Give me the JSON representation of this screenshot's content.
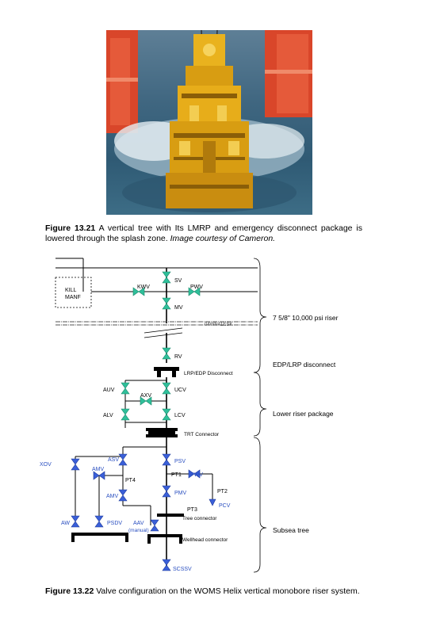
{
  "figure_13_21": {
    "label": "Figure 13.21",
    "text": "A vertical tree with Its LMRP and emergency disconnect package is lowered through the splash zone.",
    "credit": "Image courtesy of Cameron."
  },
  "figure_13_22": {
    "label": "Figure 13.22",
    "text": "Valve configuration on the WOMS Helix vertical monobore riser system."
  },
  "diagram": {
    "kill_manf": [
      "KILL",
      "MANF"
    ],
    "valves_green": {
      "sv": "SV",
      "kwv": "KWV",
      "pwv": "PWV",
      "mv": "MV",
      "rv": "RV",
      "auv": "AUV",
      "ucv": "UCV",
      "axv": "AXV",
      "alv": "ALV",
      "lcv": "LCV"
    },
    "valves_blue": {
      "asv": "ASV",
      "psv": "PSV",
      "xov": "XOV",
      "amv": "AMV",
      "pwv": "PWV",
      "pmv": "PMV",
      "aw": "AW",
      "psdv": "PSDV",
      "aav": "AAV",
      "aav_note": "(manual)",
      "pcv": "PCV",
      "scssv": "SCSSV"
    },
    "sensors": {
      "pt1": "PT1",
      "pt2": "PT2",
      "pt3": "PT3",
      "pt4": "PT4"
    },
    "connectors": {
      "lrp_edp": "LRP/EDP Disconnect",
      "trt": "TRT Connector",
      "tree": "Tree connector",
      "wellhead": "Wellhead connector"
    },
    "sections": {
      "riser": "7 5/8\" 10,000 psi riser",
      "edp": "EDP/LRP disconnect",
      "lrp": "Lower riser package",
      "tree": "Subsea tree"
    },
    "colors": {
      "green": "#2fbf9a",
      "blue": "#3a5fd8",
      "label_blue": "#2a4fc0"
    }
  }
}
